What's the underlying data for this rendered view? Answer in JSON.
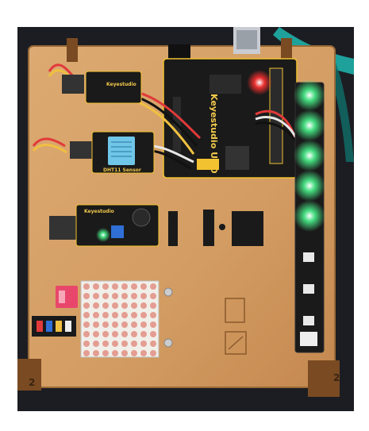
{
  "photo": {
    "colors": {
      "background_dark": "#1c1d22",
      "wood_board": "#d9a066",
      "wood_board_shade": "#c48a52",
      "pcb_black": "#1a1a1a",
      "pcb_edge": "#2b2b2b",
      "header_yellow": "#f2c230",
      "led_green": "#49f08a",
      "led_red": "#ff3030",
      "dht_blue": "#6fc6e8",
      "potentiometer_blue": "#2f6fd6",
      "dip_switch_red": "#e8476b",
      "matrix_white": "#f1efe9",
      "matrix_led_red": "#d85a4a",
      "cable_teal": "#1fb8b0"
    },
    "labels": {
      "uno_board": "Keyestudio UNO",
      "sensor_top": "Keyestudio",
      "sensor_dht": "DHT11 Sensor",
      "sensor_sound": "Keyestudio",
      "corner_left": "2",
      "corner_right": "2"
    }
  }
}
